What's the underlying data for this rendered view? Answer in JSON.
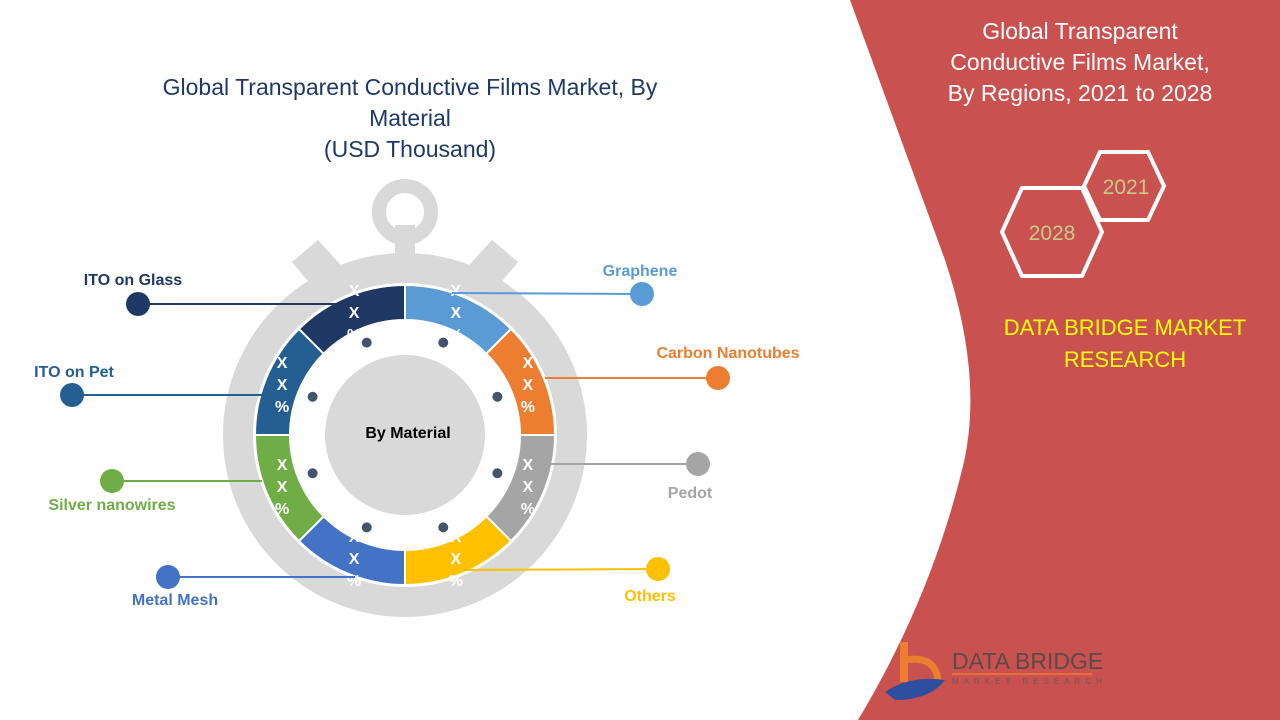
{
  "title_line1": "Global Transparent Conductive Films Market, By Material",
  "title_line2": "(USD Thousand)",
  "right_panel": {
    "title_line1": "Global Transparent",
    "title_line2": "Conductive Films Market,",
    "title_line3": "By Regions, 2021 to 2028",
    "year_start": "2021",
    "year_end": "2028",
    "brand_line1": "DATA BRIDGE MARKET",
    "brand_line2": "RESEARCH",
    "logo_text": "DATA BRIDGE",
    "logo_sub": "MARKET RESEARCH"
  },
  "center_label": "By Material",
  "value_placeholder": [
    "X",
    "X",
    "%"
  ],
  "segments": [
    {
      "name": "Graphene",
      "color": "#5b9bd5"
    },
    {
      "name": "Carbon Nanotubes",
      "color": "#ed7d31"
    },
    {
      "name": "Pedot",
      "color": "#a5a5a5"
    },
    {
      "name": "Others",
      "color": "#ffc000"
    },
    {
      "name": "Metal Mesh",
      "color": "#4472c4"
    },
    {
      "name": "Silver nanowires",
      "color": "#70ad47"
    },
    {
      "name": "ITO on Pet",
      "color": "#255e91"
    },
    {
      "name": "ITO on Glass",
      "color": "#203864"
    }
  ],
  "colors": {
    "panel": "#c9514f",
    "title": "#1f3864",
    "brand": "#ffff00"
  }
}
